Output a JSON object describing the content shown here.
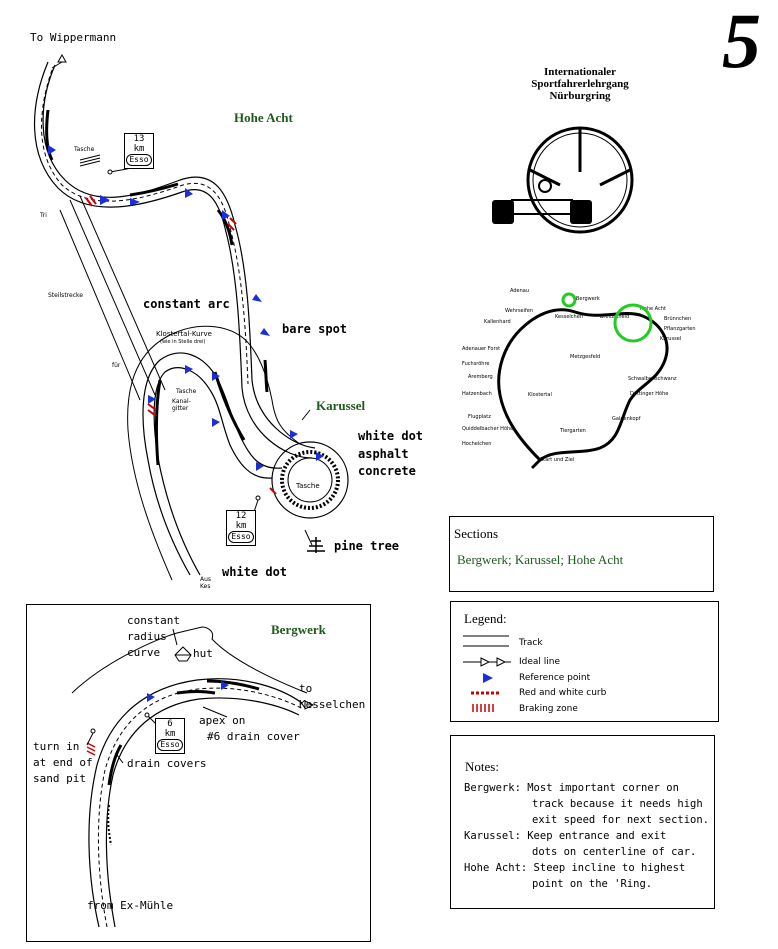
{
  "page_number": "5",
  "header": {
    "line1": "Internationaler",
    "line2": "Sportfahrerlehrgang",
    "line3": "Nürburgring"
  },
  "map_top": {
    "to_wippermann": "To Wippermann",
    "hohe_acht": "Hohe Acht",
    "marker_13": {
      "num": "13",
      "unit": "km",
      "brand": "Esso"
    },
    "marker_12": {
      "num": "12",
      "unit": "km",
      "brand": "Esso"
    },
    "tasche_small": "Tasche",
    "constant_arc": "constant arc",
    "bare_spot": "bare spot",
    "karussel": "Karussel",
    "klostertal": "Klostertal-Kurve",
    "klostertal_sub": "(wie in Stelle drei)",
    "white_dot_1": "white dot",
    "asphalt": "asphalt",
    "concrete": "concrete",
    "tasche": "Tasche",
    "pine_tree": "pine tree",
    "white_dot_2": "white dot",
    "steilstrecke": "Steilstrecke",
    "kanal_gitter": "Kanal-gitter",
    "tasche_left": "Tasche",
    "aus_kes": "Aus Kes",
    "fuer": "für",
    "tri": "Tri"
  },
  "mini_map_labels": [
    "Adenau",
    "Bergwerk",
    "Wehrseifen",
    "Breidscheid",
    "Kesselchen",
    "Hohe Acht",
    "Klostertal",
    "Karussel",
    "Brünnchen",
    "Pflanzgarten",
    "Kallenhard",
    "Adenauer Forst",
    "Fuchsröhre",
    "Metzgesfeld",
    "Aremberg",
    "Schwalbenschwanz",
    "Döttinger Höhe",
    "Galgenkopf",
    "Hatzenbach",
    "Flugplatz",
    "Hocheichen",
    "Quiddelbacher Höhe",
    "Tiergarten",
    "Start und Ziel"
  ],
  "sections": {
    "title": "Sections",
    "value": "Bergwerk; Karussel; Hohe Acht"
  },
  "inset": {
    "title": "Bergwerk",
    "constant_radius_1": "constant",
    "constant_radius_2": "radius",
    "constant_radius_3": "curve",
    "hut": "hut",
    "to_kesselchen_1": "to",
    "to_kesselchen_2": "Kesselchen",
    "marker_6": {
      "num": "6",
      "unit": "km",
      "brand": "Esso"
    },
    "apex_1": "apex on",
    "apex_2": "#6 drain cover",
    "turn_in_1": "turn in",
    "turn_in_2": "at end of",
    "turn_in_3": "sand pit",
    "drain_covers": "drain covers",
    "from_ex_muehle": "from Ex-Mühle"
  },
  "legend": {
    "title": "Legend:",
    "items": [
      "Track",
      "Ideal line",
      "Reference point",
      "Red and white curb",
      "Braking zone"
    ]
  },
  "notes": {
    "title": "Notes:",
    "bergwerk_label": "Bergwerk:",
    "bergwerk_1": "Most important corner on",
    "bergwerk_2": "track because it needs high",
    "bergwerk_3": "exit speed for next section.",
    "karussel_label": "Karussel:",
    "karussel_1": "Keep entrance and exit",
    "karussel_2": "dots on centerline of car.",
    "hohe_label": "Hohe Acht:",
    "hohe_1": "Steep incline to highest",
    "hohe_2": "point on the 'Ring."
  },
  "colors": {
    "green_label": "#1e5a1e",
    "marker_blue": "#1a2fd8",
    "curb_red": "#cc0000",
    "circle_green": "#22cc22"
  }
}
